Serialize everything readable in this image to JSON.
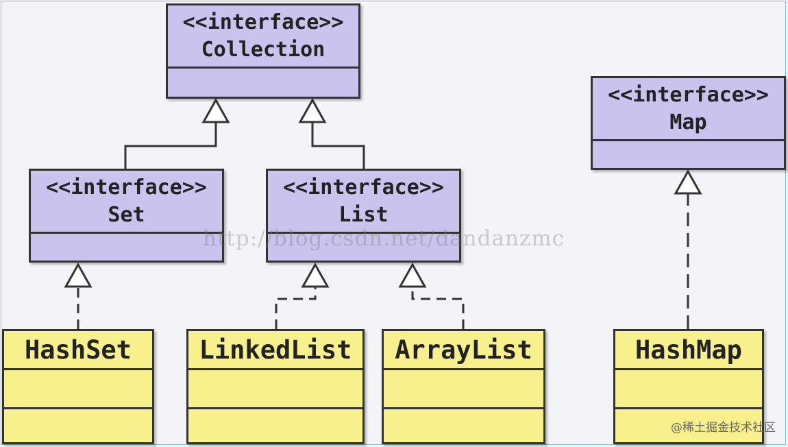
{
  "diagram": {
    "stereotype": "<<interface>>",
    "interfaces": {
      "collection": "Collection",
      "set": "Set",
      "list": "List",
      "map": "Map"
    },
    "classes": {
      "hashset": "HashSet",
      "linkedlist": "LinkedList",
      "arraylist": "ArrayList",
      "hashmap": "HashMap"
    },
    "relations": [
      {
        "from": "Set",
        "to": "Collection",
        "kind": "inheritance"
      },
      {
        "from": "List",
        "to": "Collection",
        "kind": "inheritance"
      },
      {
        "from": "HashSet",
        "to": "Set",
        "kind": "realization"
      },
      {
        "from": "LinkedList",
        "to": "List",
        "kind": "realization"
      },
      {
        "from": "ArrayList",
        "to": "List",
        "kind": "realization"
      },
      {
        "from": "HashMap",
        "to": "Map",
        "kind": "realization"
      }
    ]
  },
  "watermark": "http://blog.csdn.net/dandanzmc",
  "footer": "@稀土掘金技术社区",
  "colors": {
    "interface_fill": "#c9c3ee",
    "class_fill": "#f7f08d",
    "border": "#333333",
    "background": "#f4f4f8"
  }
}
